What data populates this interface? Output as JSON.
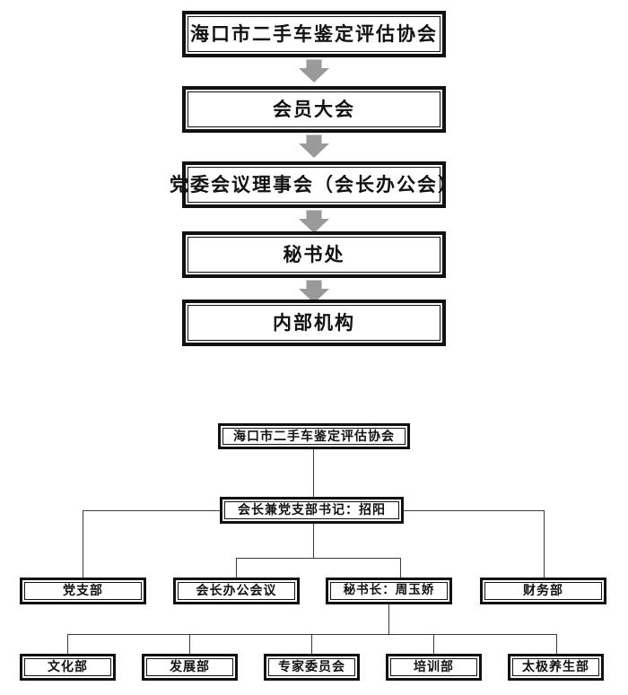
{
  "document": {
    "title": "海口市二手车鉴定评估协会组织结构图",
    "diagrams": [
      {
        "name": "governance-flow",
        "type": "vertical-flow",
        "connector": "gray-down-arrow",
        "steps": [
          {
            "id": "assoc",
            "label": "海口市二手车鉴定评估协会"
          },
          {
            "id": "congress",
            "label": "会员大会"
          },
          {
            "id": "council",
            "label": "党委会议理事会（会长办公会）"
          },
          {
            "id": "secretariat",
            "label": "秘书处"
          },
          {
            "id": "internal",
            "label": "内部机构"
          }
        ]
      },
      {
        "name": "org-structure",
        "type": "hierarchy",
        "levels": [
          {
            "level": 1,
            "nodes": [
              {
                "id": "org-root",
                "label": "海口市二手车鉴定评估协会"
              }
            ]
          },
          {
            "level": 2,
            "nodes": [
              {
                "id": "chairman",
                "label": "会长兼党支部书记：招阳"
              }
            ]
          },
          {
            "level": 3,
            "nodes": [
              {
                "id": "party-branch",
                "label": "党支部"
              },
              {
                "id": "chair-office",
                "label": "会长办公会议"
              },
              {
                "id": "secretary-gen",
                "label": "秘书长：周玉娇"
              },
              {
                "id": "finance-dept",
                "label": "财务部"
              }
            ]
          },
          {
            "level": 4,
            "nodes": [
              {
                "id": "culture-dept",
                "label": "文化部"
              },
              {
                "id": "development-dept",
                "label": "发展部"
              },
              {
                "id": "expert-committee",
                "label": "专家委员会"
              },
              {
                "id": "training-dept",
                "label": "培训部"
              },
              {
                "id": "taiji-dept",
                "label": "太极养生部"
              }
            ]
          }
        ]
      }
    ]
  },
  "colors": {
    "box_border": "#111111",
    "arrow_fill": "#9a9a9a",
    "arrow_edge": "#c9c9c9",
    "line": "#3a3a3a",
    "background": "#ffffff"
  }
}
